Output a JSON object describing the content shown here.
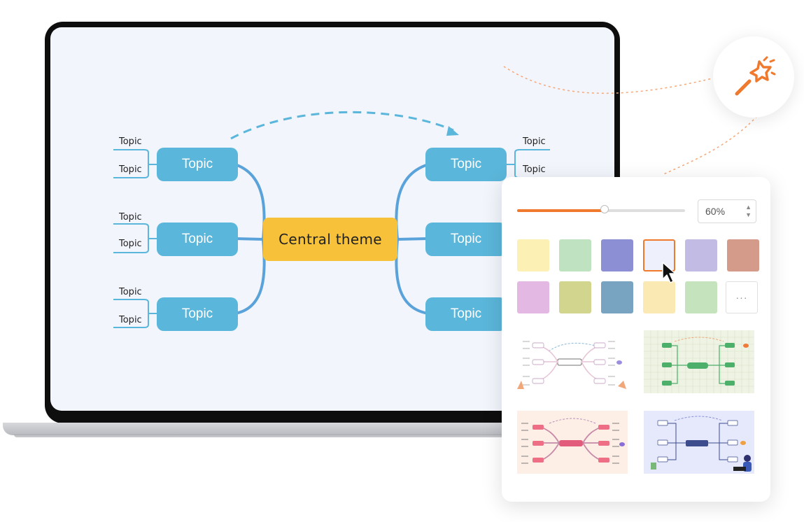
{
  "mindmap": {
    "central_label": "Central  theme",
    "node_label": "Topic",
    "subtopic_label": "Topic"
  },
  "panel": {
    "zoom_value": "60%",
    "opacity_fraction": 0.52,
    "swatches": [
      "#fdf0b4",
      "#bfe3c0",
      "#8c8fd4",
      "#eef0fc",
      "#c2bbe4",
      "#d49a8a",
      "#e3b9e3",
      "#d2d58e",
      "#79a4c1",
      "#fbe9b4",
      "#c5e3bd"
    ],
    "selected_swatch_index": 3,
    "more_label": "···",
    "accent_color": "#ef7a2e"
  },
  "icons": [
    "magic-wand-icon",
    "cursor-arrow-icon",
    "chevron-up-icon",
    "chevron-down-icon"
  ]
}
